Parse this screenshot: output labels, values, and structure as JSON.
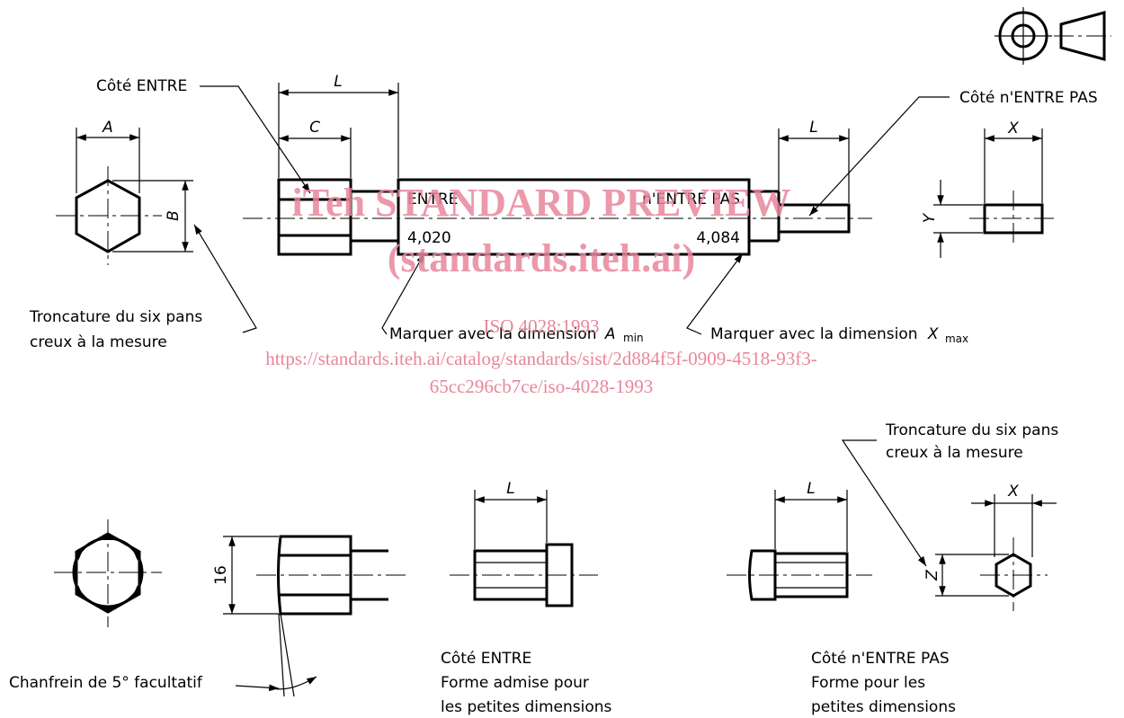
{
  "labels": {
    "cote_entre_top": "Côté ENTRE",
    "cote_nentre_pas_top": "Côté n'ENTRE PAS",
    "troncature_left_1": "Troncature du six pans",
    "troncature_left_2": "creux à la mesure",
    "troncature_right_1": "Troncature du six pans",
    "troncature_right_2": "creux à la mesure",
    "marquer_amin_prefix": "Marquer avec la dimension",
    "marquer_amin_var": "A",
    "marquer_amin_sub": "min",
    "marquer_xmax_prefix": "Marquer avec la dimension",
    "marquer_xmax_var": "X",
    "marquer_xmax_sub": "max",
    "chanfrein": "Chanfrein de 5° facultatif",
    "cote_entre_bottom_1": "Côté ENTRE",
    "cote_entre_bottom_2": "Forme admise pour",
    "cote_entre_bottom_3": "les petites dimensions",
    "cote_nentre_bottom_1": "Côté n'ENTRE PAS",
    "cote_nentre_bottom_2": "Forme pour les",
    "cote_nentre_bottom_3": "petites dimensions"
  },
  "handle": {
    "entre": "ENTRE",
    "nentre_pas": "n'ENTRE PAS",
    "value_entre": "4,020",
    "value_nentre": "4,084"
  },
  "dimensions": {
    "A": "A",
    "B": "B",
    "C": "C",
    "L": "L",
    "X": "X",
    "Y": "Y",
    "Z": "Z",
    "sixteen": "16"
  },
  "watermark": {
    "line1": "iTeh STANDARD PREVIEW",
    "line2": "(standards.iteh.ai)",
    "line3": "ISO 4028:1993",
    "line4": "https://standards.iteh.ai/catalog/standards/sist/2d884f5f-0909-4518-93f3-",
    "line5": "65cc296cb7ce/iso-4028-1993"
  },
  "colors": {
    "ink": "#000000",
    "watermark": "#e8869c"
  }
}
